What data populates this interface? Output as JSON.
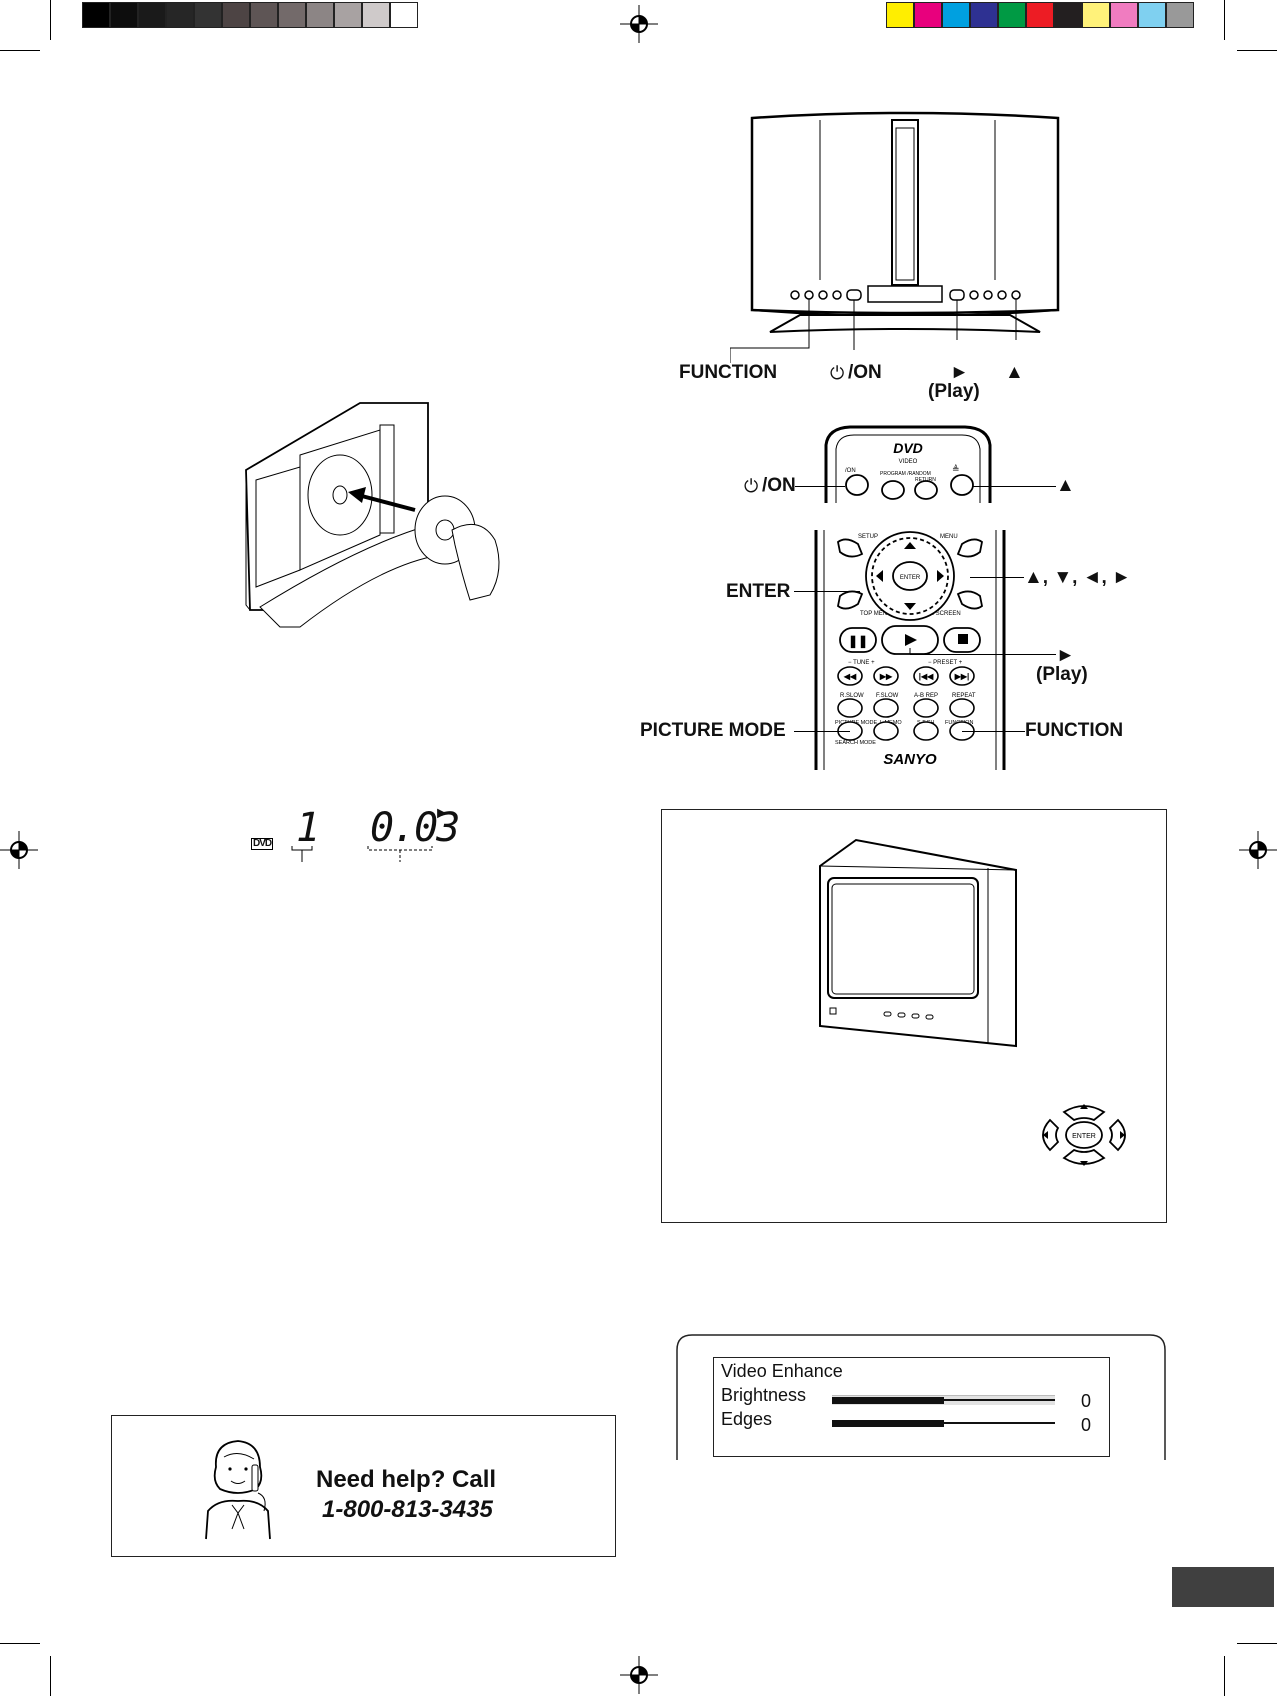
{
  "color_bars": {
    "grays": [
      "#000000",
      "#0d0d0d",
      "#1a1a1a",
      "#262626",
      "#333333",
      "#4d4444",
      "#5e5555",
      "#736a6a",
      "#8c8585",
      "#a8a2a2",
      "#cfcaca",
      "#ffffff"
    ],
    "colors": [
      "#ffee00",
      "#e8007d",
      "#00a0e0",
      "#2e3192",
      "#009a44",
      "#ed1c24",
      "#231f20",
      "#fff27a",
      "#f07cc0",
      "#7fd0f0",
      "#999999"
    ]
  },
  "system_labels": {
    "function": "FUNCTION",
    "power_on": "/ON",
    "play_arrow": "►",
    "play": "(Play)",
    "eject": "▲"
  },
  "remote_labels": {
    "power_on": "/ON",
    "eject": "▲",
    "enter": "ENTER",
    "arrows": "▲, ▼, ◄, ►",
    "play_arrow": "►",
    "play": "(Play)",
    "picture_mode": "PICTURE MODE",
    "function": "FUNCTION",
    "brand": "DVD",
    "brand_sub": "VIDEO",
    "logo": "SANYO",
    "btn_on": "/ON",
    "btn_program": "PROGRAM /RANDOM",
    "btn_return": "RETURN",
    "btn_setup": "SETUP",
    "btn_menu": "MENU",
    "btn_topmenu": "TOP MENU",
    "btn_onscreen": "ON SCREEN",
    "btn_enter": "ENTER",
    "tune": "− TUNE +",
    "preset": "− PRESET +",
    "rslow": "R.SLOW",
    "fslow": "F.SLOW",
    "abrep": "A-B REP",
    "repeat": "REPEAT",
    "picmode_small": "PICTURE MODE",
    "lmemo": "L.MEMO",
    "stch": "S.T.CH",
    "function_small": "FUNCTION",
    "search_mode": "SEARCH MODE"
  },
  "display": {
    "disc_icon": "DVD",
    "track": "1",
    "time": "0.03",
    "play_arrow": "►"
  },
  "tv_box": {
    "enter": "ENTER"
  },
  "help": {
    "title": "Need help? Call",
    "phone": "1-800-813-3435"
  },
  "osd": {
    "title": "Video Enhance",
    "rows": [
      {
        "label": "Brightness",
        "value": "0",
        "level": 0.5
      },
      {
        "label": "Edges",
        "value": "0",
        "level": 0.5
      }
    ]
  }
}
